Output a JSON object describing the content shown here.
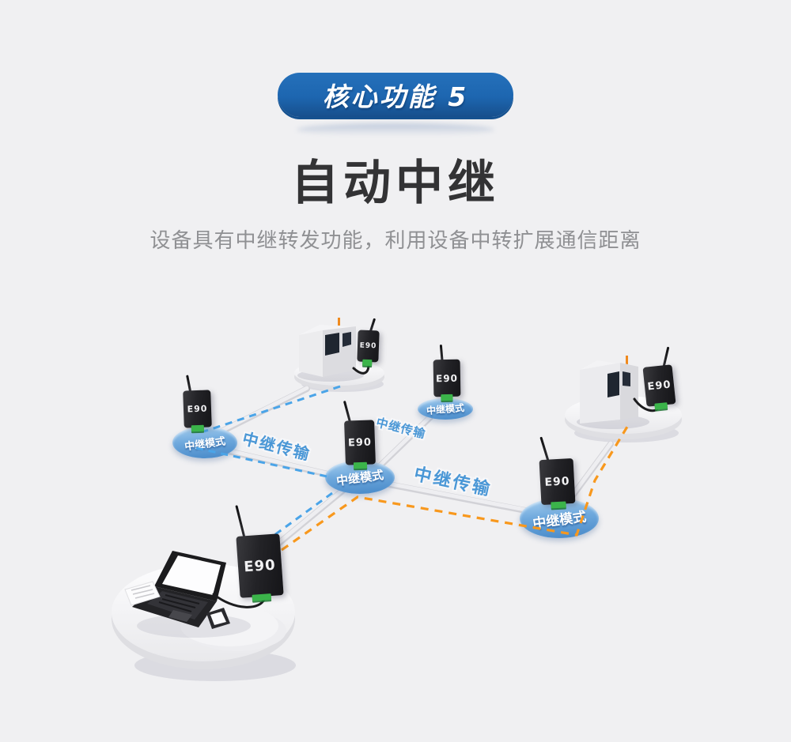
{
  "header": {
    "badge_label": "核心功能 5",
    "title": "自动中继",
    "subtitle": "设备具有中继转发功能，利用设备中转扩展通信距离"
  },
  "diagram": {
    "module_labels": [
      "E90",
      "E90",
      "E90",
      "E90",
      "E90",
      "E90",
      "E90"
    ],
    "relay_mode_labels": [
      "中继模式",
      "中继模式",
      "中继模式",
      "中继模式"
    ],
    "transmission_labels": [
      "中继传输",
      "中继传输",
      "中继传输"
    ],
    "colors": {
      "background": "#f0f0f2",
      "badge_blue": "#1d66b0",
      "title_dark": "#333335",
      "subtitle_gray": "#8f9093",
      "relay_ellipse_blue": "#4e93d2",
      "transmission_text_blue": "#4a97d6",
      "blue_dashed_link": "#4aa4e8",
      "orange_dashed_link": "#f8981d",
      "module_connector_green": "#3bb44a",
      "tube_gray": "#e2e2e6"
    }
  }
}
